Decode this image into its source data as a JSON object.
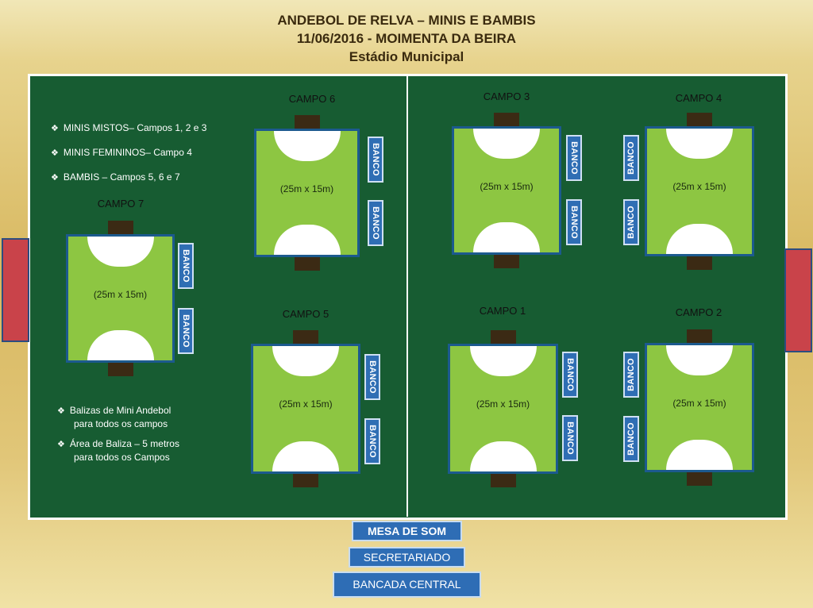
{
  "header": {
    "line1": "ANDEBOL DE RELVA – MINIS E BAMBIS",
    "line2": "11/06/2016 - MOIMENTA DA BEIRA",
    "line3": "Estádio Municipal"
  },
  "legend": [
    "MINIS MISTOS– Campos 1, 2 e 3",
    "MINIS FEMININOS– Campo 4",
    "BAMBIS – Campos 5, 6 e 7"
  ],
  "notes": [
    {
      "line1": "Balizas de Mini Andebol",
      "line2": "para todos os campos"
    },
    {
      "line1": "Área de Baliza  – 5 metros",
      "line2": "para todos os Campos"
    }
  ],
  "courts": {
    "c6": {
      "label": "CAMPO 6",
      "dims": "(25m x 15m)"
    },
    "c7": {
      "label": "CAMPO 7",
      "dims": "(25m x 15m)"
    },
    "c5": {
      "label": "CAMPO 5",
      "dims": "(25m x 15m)"
    },
    "c3": {
      "label": "CAMPO 3",
      "dims": "(25m x 15m)"
    },
    "c4": {
      "label": "CAMPO 4",
      "dims": "(25m x 15m)"
    },
    "c1": {
      "label": "CAMPO 1",
      "dims": "(25m x 15m)"
    },
    "c2": {
      "label": "CAMPO 2",
      "dims": "(25m x 15m)"
    }
  },
  "bench_label": "BANCO",
  "bottom": {
    "mesa": "MESA DE SOM",
    "secretariado": "SECRETARIADO",
    "bancada": "BANCADA CENTRAL"
  },
  "colors": {
    "field": "#175c32",
    "court": "#8dc642",
    "bench": "#2f6eb4",
    "side_goal": "#c9434a"
  }
}
